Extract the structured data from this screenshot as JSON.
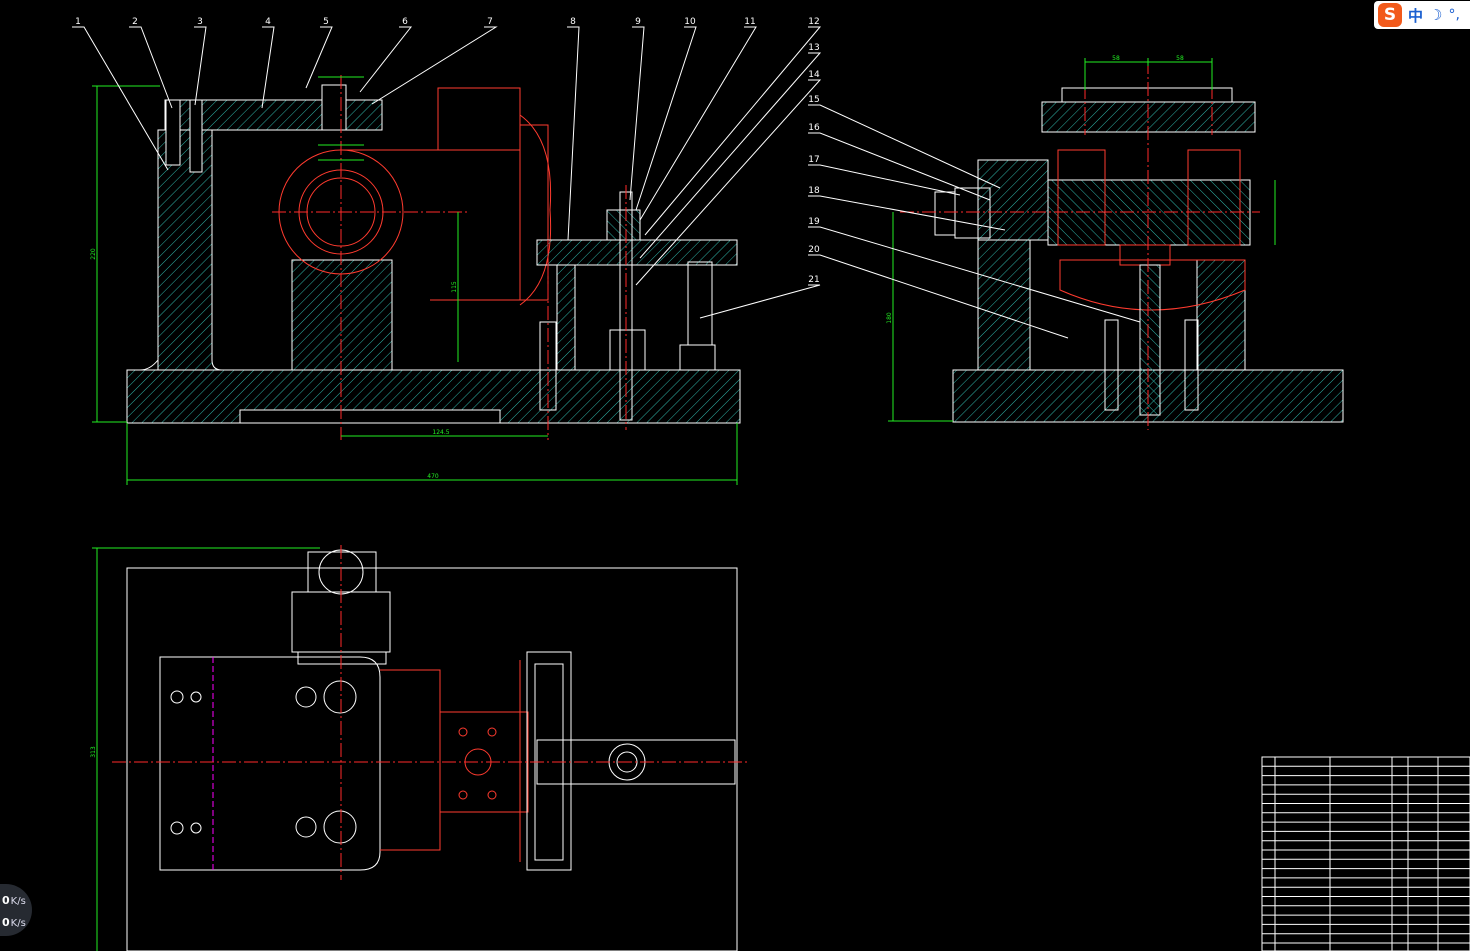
{
  "ime": {
    "logo": "S",
    "lang": "中",
    "moon": "☽",
    "punct": "°,"
  },
  "net_speed": {
    "up_value": "0",
    "up_unit": "K/s",
    "down_value": "0",
    "down_unit": "K/s"
  },
  "balloons": [
    "1",
    "2",
    "3",
    "4",
    "5",
    "6",
    "7",
    "8",
    "9",
    "10",
    "11",
    "12",
    "13",
    "14",
    "15",
    "16",
    "17",
    "18",
    "19",
    "20",
    "21"
  ],
  "dimensions": {
    "overall_length": "470",
    "height_left": "220",
    "center_height": "115",
    "center_offset": "124.5",
    "front_height": "180",
    "spacing_a": "58",
    "spacing_b": "58",
    "plan_width": "313"
  },
  "colors": {
    "background": "#000000",
    "outline": "#ffffff",
    "hatch": "#2fb3a7",
    "workpiece": "#ff3b2f",
    "centerline": "#ff2a2a",
    "dimension": "#22ee22",
    "leader": "#ffffff",
    "hidden": "#ff00ff"
  }
}
